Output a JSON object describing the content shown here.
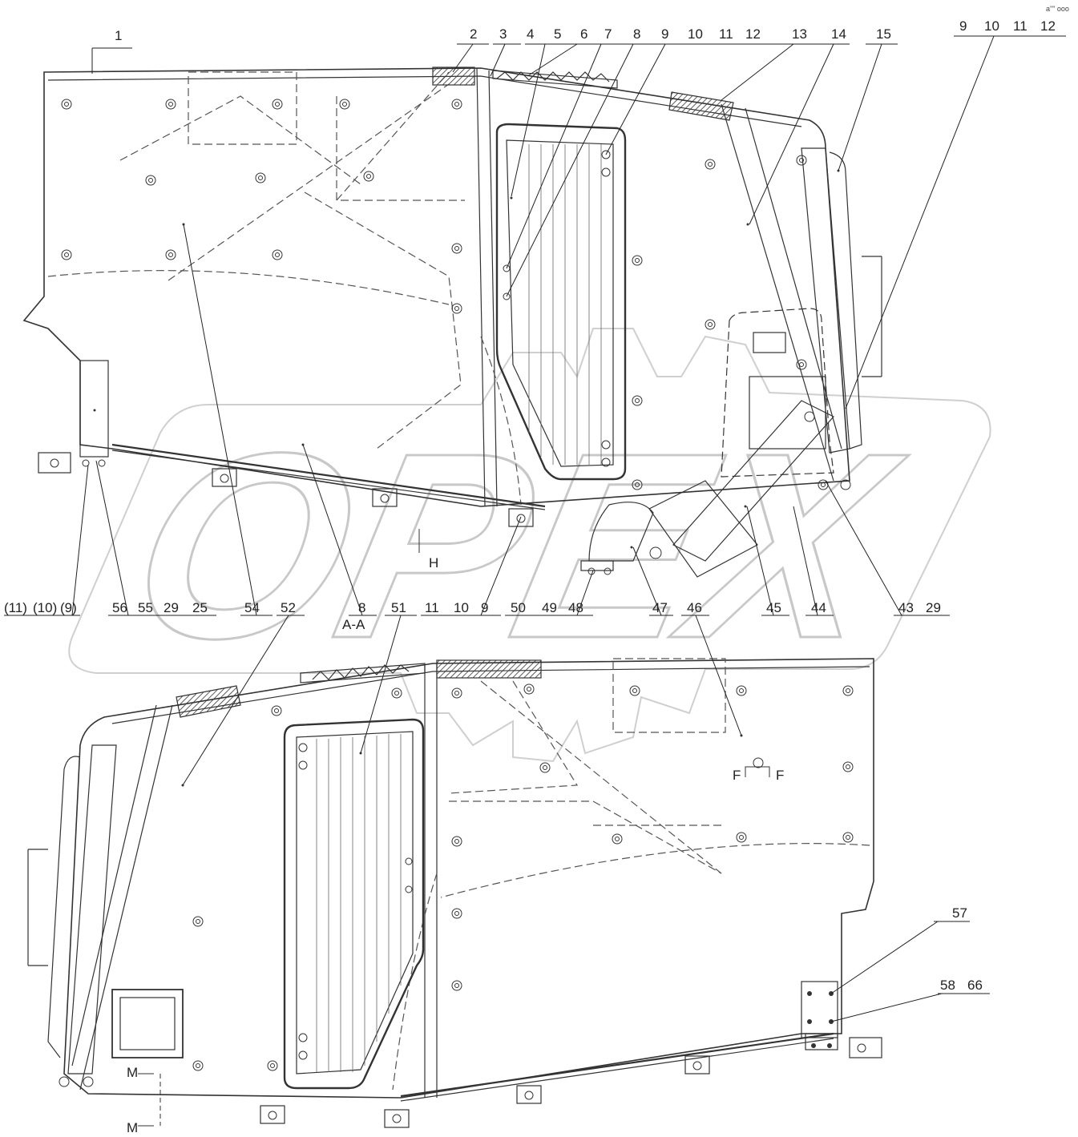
{
  "corner_mark": "a\"\"  ooo",
  "watermark": {
    "text": "OPEX"
  },
  "section_label": "A-A",
  "view_marks": {
    "h": "H",
    "f_left": "F",
    "f_right": "F",
    "m_top": "M",
    "m_bottom": "M"
  },
  "top_view": {
    "callouts": [
      "1",
      "2",
      "3",
      "4",
      "5",
      "6",
      "7",
      "8",
      "9",
      "10",
      "11",
      "12",
      "13",
      "14",
      "15",
      "9",
      "10",
      "11",
      "12"
    ],
    "bottom_callouts": [
      "(11)",
      "(10)",
      "(9)",
      "56",
      "55",
      "29",
      "25",
      "54",
      "52",
      "8",
      "51",
      "11",
      "10",
      "9",
      "50",
      "49",
      "48",
      "47",
      "46",
      "45",
      "44",
      "43",
      "29"
    ]
  },
  "bottom_view": {
    "callouts": [
      "57",
      "58",
      "66"
    ]
  }
}
